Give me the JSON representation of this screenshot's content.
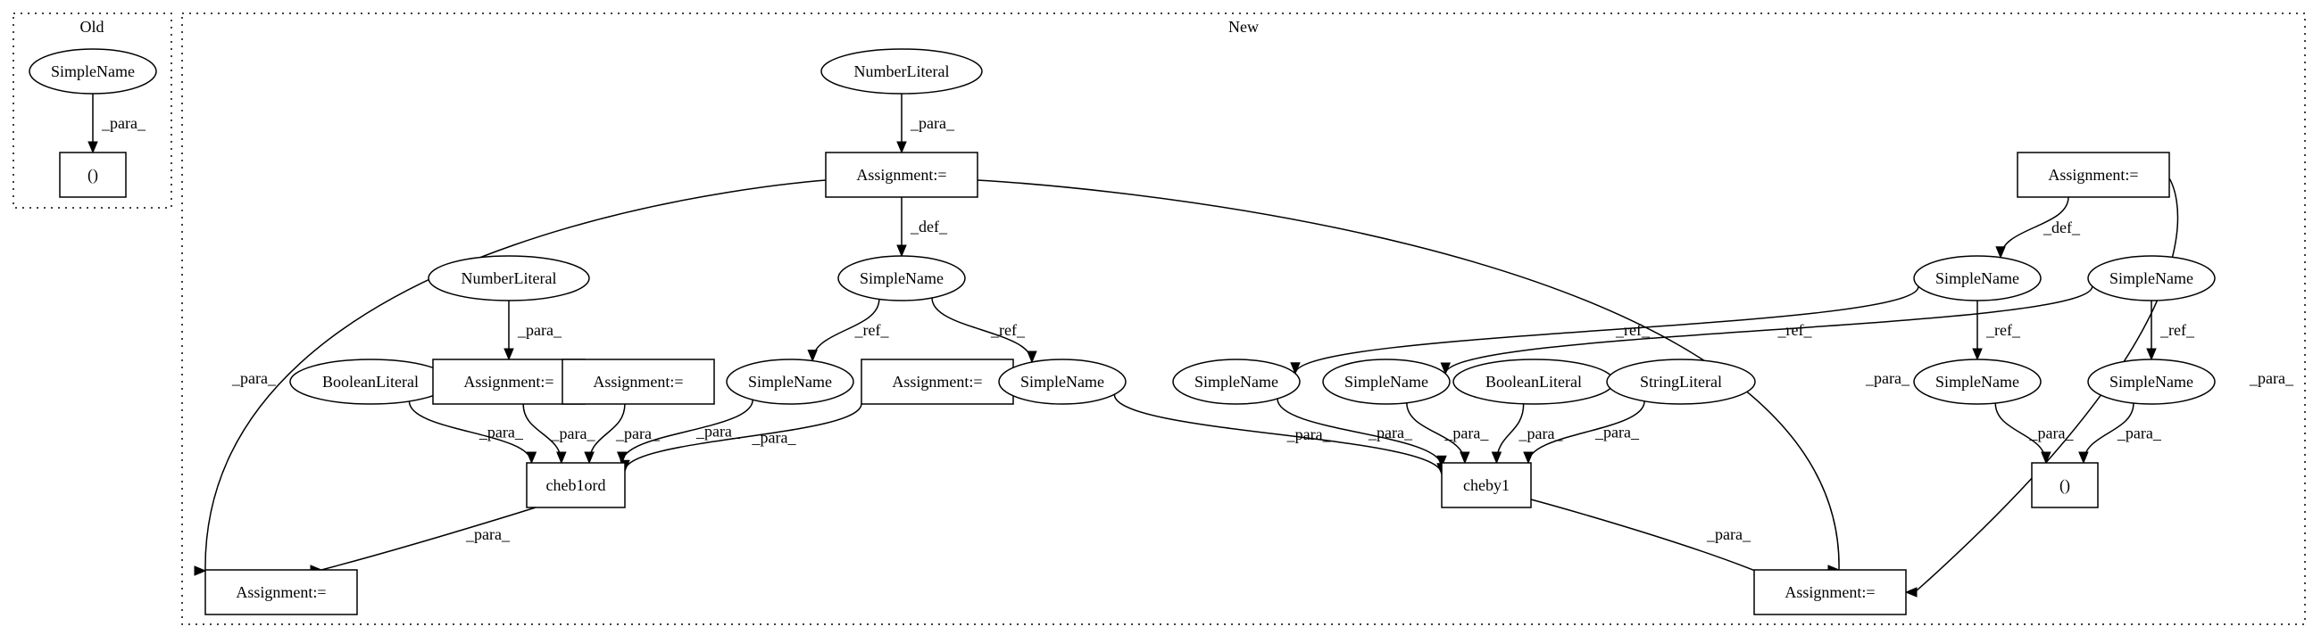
{
  "clusters": [
    {
      "id": "old",
      "label": "Old"
    },
    {
      "id": "new",
      "label": "New"
    }
  ],
  "nodes": {
    "o_sn": {
      "label": "SimpleName",
      "shape": "ellipse"
    },
    "o_paren": {
      "label": "()",
      "shape": "box"
    },
    "nl1": {
      "label": "NumberLiteral",
      "shape": "ellipse"
    },
    "asg1": {
      "label": "Assignment:=",
      "shape": "box"
    },
    "asgR": {
      "label": "Assignment:=",
      "shape": "box"
    },
    "sn1": {
      "label": "SimpleName",
      "shape": "ellipse"
    },
    "snR1": {
      "label": "SimpleName",
      "shape": "ellipse"
    },
    "snR2": {
      "label": "SimpleName",
      "shape": "ellipse"
    },
    "nl2": {
      "label": "NumberLiteral",
      "shape": "ellipse"
    },
    "bool1": {
      "label": "BooleanLiteral",
      "shape": "ellipse"
    },
    "asg2": {
      "label": "Assignment:=",
      "shape": "box"
    },
    "asg3": {
      "label": "Assignment:=",
      "shape": "box"
    },
    "sn2": {
      "label": "SimpleName",
      "shape": "ellipse"
    },
    "asg4": {
      "label": "Assignment:=",
      "shape": "box"
    },
    "sn3": {
      "label": "SimpleName",
      "shape": "ellipse"
    },
    "sn4": {
      "label": "SimpleName",
      "shape": "ellipse"
    },
    "sn5": {
      "label": "SimpleName",
      "shape": "ellipse"
    },
    "bool2": {
      "label": "BooleanLiteral",
      "shape": "ellipse"
    },
    "str1": {
      "label": "StringLiteral",
      "shape": "ellipse"
    },
    "sn6": {
      "label": "SimpleName",
      "shape": "ellipse"
    },
    "sn7": {
      "label": "SimpleName",
      "shape": "ellipse"
    },
    "cheb1ord": {
      "label": "cheb1ord",
      "shape": "box"
    },
    "cheby1": {
      "label": "cheby1",
      "shape": "box"
    },
    "paren2": {
      "label": "()",
      "shape": "box"
    },
    "asgL": {
      "label": "Assignment:=",
      "shape": "box"
    },
    "asgB": {
      "label": "Assignment:=",
      "shape": "box"
    }
  },
  "edges": [
    {
      "from": "o_sn",
      "to": "o_paren",
      "label": "_para_"
    },
    {
      "from": "nl1",
      "to": "asg1",
      "label": "_para_"
    },
    {
      "from": "asg1",
      "to": "sn1",
      "label": "_def_"
    },
    {
      "from": "asg1",
      "to": "asgL",
      "label": "_para_"
    },
    {
      "from": "asg1",
      "to": "asgB",
      "label": "_para_"
    },
    {
      "from": "asgR",
      "to": "snR1",
      "label": "_def_"
    },
    {
      "from": "asgR",
      "to": "asgB",
      "label": "_para_"
    },
    {
      "from": "sn1",
      "to": "sn2",
      "label": "_ref_"
    },
    {
      "from": "sn1",
      "to": "sn3",
      "label": "_ref_"
    },
    {
      "from": "snR1",
      "to": "sn4",
      "label": "_ref_"
    },
    {
      "from": "snR1",
      "to": "sn6",
      "label": "_ref_"
    },
    {
      "from": "snR2",
      "to": "sn5",
      "label": "_ref_"
    },
    {
      "from": "snR2",
      "to": "sn7",
      "label": "_ref_"
    },
    {
      "from": "nl2",
      "to": "asg2",
      "label": "_para_"
    },
    {
      "from": "bool1",
      "to": "cheb1ord",
      "label": "_para_"
    },
    {
      "from": "asg2",
      "to": "cheb1ord",
      "label": "_para_"
    },
    {
      "from": "asg3",
      "to": "cheb1ord",
      "label": "_para_"
    },
    {
      "from": "sn2",
      "to": "cheb1ord",
      "label": "_para_"
    },
    {
      "from": "asg4",
      "to": "cheb1ord",
      "label": "_para_"
    },
    {
      "from": "sn3",
      "to": "cheby1",
      "label": "_para_"
    },
    {
      "from": "sn4",
      "to": "cheby1",
      "label": "_para_"
    },
    {
      "from": "sn5",
      "to": "cheby1",
      "label": "_para_"
    },
    {
      "from": "bool2",
      "to": "cheby1",
      "label": "_para_"
    },
    {
      "from": "str1",
      "to": "cheby1",
      "label": "_para_"
    },
    {
      "from": "sn6",
      "to": "paren2",
      "label": "_para_"
    },
    {
      "from": "sn7",
      "to": "paren2",
      "label": "_para_"
    },
    {
      "from": "cheb1ord",
      "to": "asgL",
      "label": "_para_"
    },
    {
      "from": "cheby1",
      "to": "asgB",
      "label": "_para_"
    }
  ]
}
